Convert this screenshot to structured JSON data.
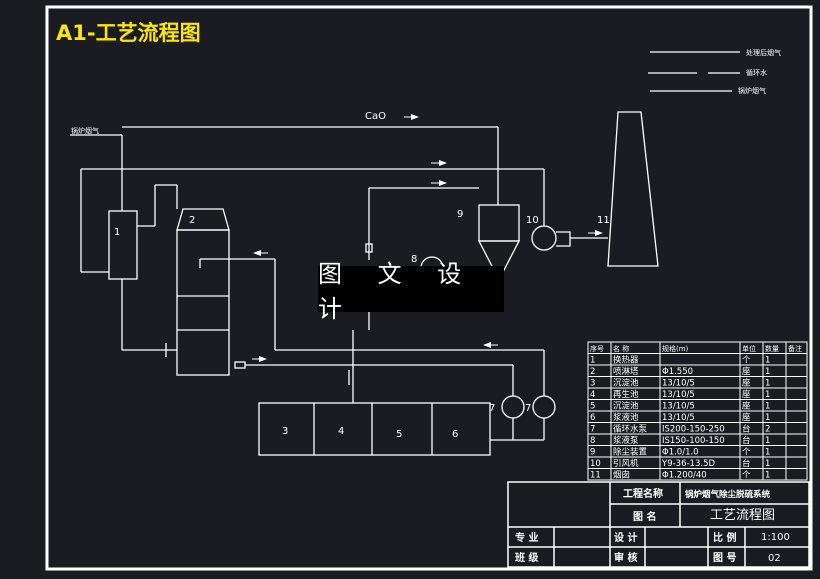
{
  "drawing": {
    "title": "A1-工艺流程图",
    "title_color": "#ffe600",
    "line_color": "#ffffff",
    "background": "#1a1c21",
    "legend": [
      "处理后烟气",
      "循环水",
      "锅炉烟气"
    ],
    "flow_labels": {
      "cao": "CaO",
      "inlet": "锅炉烟气"
    },
    "equipment_numbers": [
      "1",
      "2",
      "3",
      "4",
      "5",
      "6",
      "7",
      "7",
      "8",
      "9",
      "10",
      "11"
    ],
    "watermark": "图 文 设 计"
  },
  "parts_table": {
    "headers": [
      "序号",
      "名 称",
      "规格(m)",
      "单位",
      "数量",
      "备注"
    ],
    "rows": [
      [
        "1",
        "换热器",
        "",
        "个",
        "1",
        ""
      ],
      [
        "2",
        "喷淋塔",
        "Φ1.550",
        "座",
        "1",
        ""
      ],
      [
        "3",
        "沉淀池",
        "13/10/5",
        "座",
        "1",
        ""
      ],
      [
        "4",
        "再生池",
        "13/10/5",
        "座",
        "1",
        ""
      ],
      [
        "5",
        "沉淀池",
        "13/10/5",
        "座",
        "1",
        ""
      ],
      [
        "6",
        "浆液池",
        "13/10/5",
        "座",
        "1",
        ""
      ],
      [
        "7",
        "循环水泵",
        "IS200-150-250",
        "台",
        "2",
        ""
      ],
      [
        "8",
        "浆液泵",
        "IS150-100-150",
        "台",
        "1",
        ""
      ],
      [
        "9",
        "除尘装置",
        "Φ1.0/1.0",
        "个",
        "1",
        ""
      ],
      [
        "10",
        "引风机",
        "Y9-36-13.5D",
        "台",
        "1",
        ""
      ],
      [
        "11",
        "烟囱",
        "Φ1.200/40",
        "个",
        "1",
        ""
      ]
    ]
  },
  "title_block": {
    "project_label": "工程名称",
    "project_name": "锅炉烟气除尘脱硫系统",
    "drawing_label": "图 名",
    "drawing_name": "工艺流程图",
    "major_label": "专 业",
    "design_label": "设 计",
    "scale_label": "比 例",
    "scale_value": "1:100",
    "class_label": "班 级",
    "review_label": "审 核",
    "number_label": "图 号",
    "number_value": "02"
  }
}
